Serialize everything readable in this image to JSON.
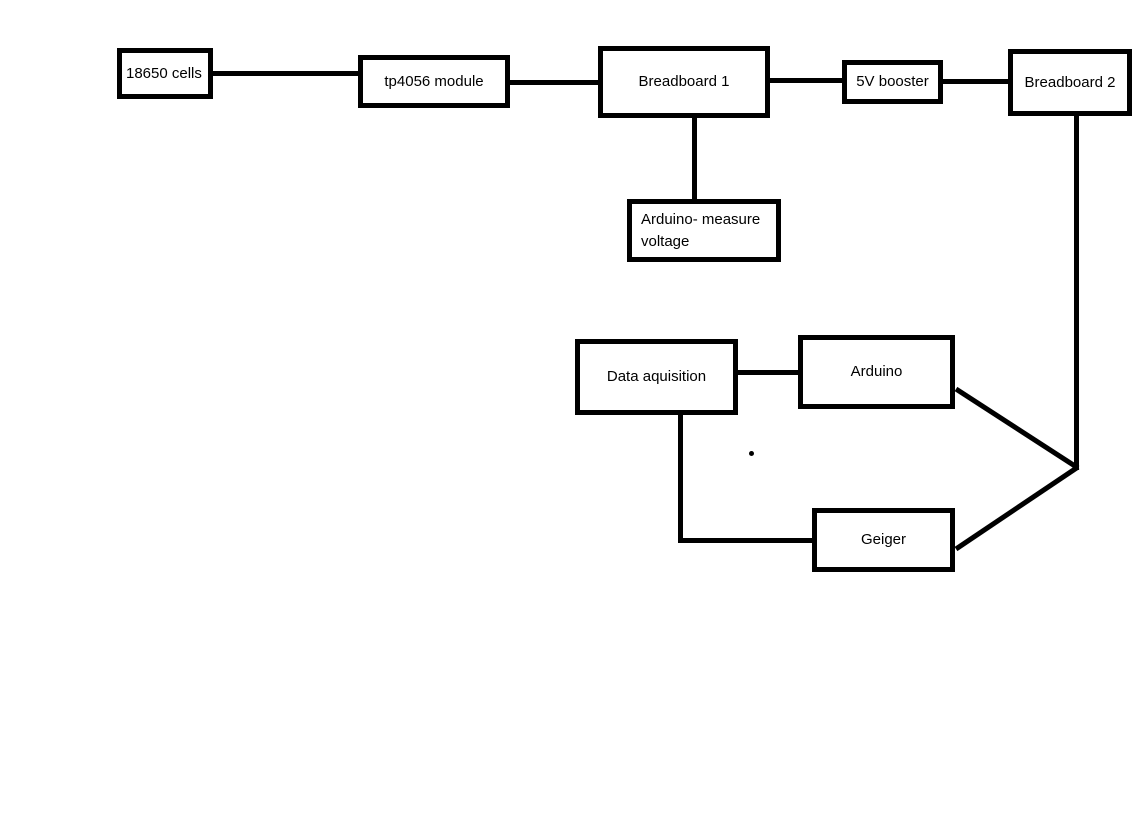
{
  "canvas": {
    "background_color": "#ffffff",
    "stroke_color": "#000000",
    "text_color": "#000000"
  },
  "diagram": {
    "nodes": {
      "cells": {
        "label": "18650 cells"
      },
      "tp4056": {
        "label": "tp4056 module"
      },
      "breadboard1": {
        "label": "Breadboard 1"
      },
      "booster": {
        "label": "5V booster"
      },
      "breadboard2": {
        "label": "Breadboard 2"
      },
      "arduino_measure": {
        "label": "Arduino- measure voltage"
      },
      "data_acquisition": {
        "label": "Data aquisition"
      },
      "arduino": {
        "label": "Arduino"
      },
      "geiger": {
        "label": "Geiger"
      }
    },
    "edges": [
      {
        "from": "18650 cells",
        "to": "tp4056 module"
      },
      {
        "from": "tp4056 module",
        "to": "Breadboard 1"
      },
      {
        "from": "Breadboard 1",
        "to": "5V booster"
      },
      {
        "from": "5V booster",
        "to": "Breadboard 2"
      },
      {
        "from": "Breadboard 1",
        "to": "Arduino- measure voltage"
      },
      {
        "from": "Data aquisition",
        "to": "Arduino"
      },
      {
        "from": "Data aquisition",
        "to": "Geiger"
      },
      {
        "from": "Arduino",
        "to": "Breadboard 2"
      },
      {
        "from": "Geiger",
        "to": "Breadboard 2"
      }
    ]
  }
}
